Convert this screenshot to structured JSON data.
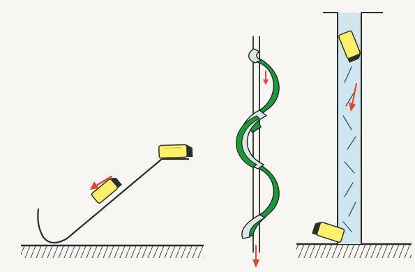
{
  "figure": {
    "panels": [
      {
        "name": "inclined-slide-chute",
        "item": "package-box",
        "motion": "down-slope"
      },
      {
        "name": "spiral-chute",
        "item": "none",
        "motion": "downward-spiral"
      },
      {
        "name": "vertical-drop-tube",
        "item": "package-box",
        "motion": "downward-tumbling"
      }
    ],
    "colors": {
      "background": "#f7f6f3",
      "line": "#2a2a2a",
      "box_fill": "#fff06a",
      "box_stroke": "#3a3a2a",
      "arrow": "#e8452c",
      "spiral_green": "#1c9a3a",
      "spiral_light": "#dde6e4",
      "tube_fill": "#cfe6ee",
      "hatch": "#555555"
    }
  }
}
